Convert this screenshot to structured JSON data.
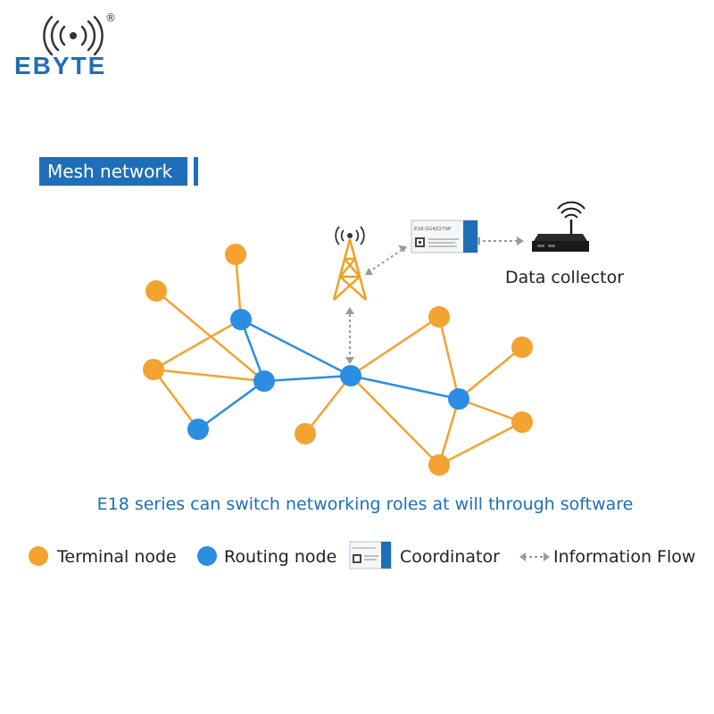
{
  "logo": {
    "text": "EBYTE",
    "registered": "®"
  },
  "section": {
    "title": "Mesh network"
  },
  "module": {
    "text": "E18-2G4Z27SP"
  },
  "diagram": {
    "data_collector_label": "Data collector",
    "caption": "E18 series can switch networking roles at will through software"
  },
  "legend": {
    "terminal": "Terminal node",
    "routing": "Routing node",
    "coordinator": "Coordinator",
    "flow": "Information Flow"
  },
  "colors": {
    "brand_blue": "#1e6fb8",
    "terminal_orange": "#f4a230",
    "routing_blue": "#2a8ee3",
    "flow_gray": "#9a9a9a"
  }
}
